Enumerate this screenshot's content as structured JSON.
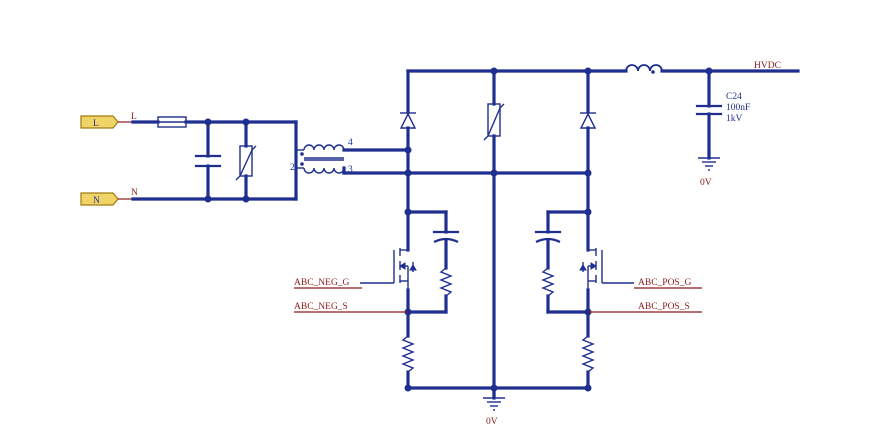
{
  "ports": {
    "line_label": "L",
    "neutral_label": "N"
  },
  "nets": {
    "line": "L",
    "neutral": "N",
    "hvdc": "HVDC",
    "abc_neg_g": "ABC_NEG_G",
    "abc_neg_s": "ABC_NEG_S",
    "abc_pos_g": "ABC_POS_G",
    "abc_pos_s": "ABC_POS_S"
  },
  "transformer_pins": {
    "pin4": "4",
    "pin2": "2",
    "pin3": "3"
  },
  "capacitor_c24": {
    "ref": "C24",
    "value": "100nF",
    "voltage": "1kV"
  },
  "grounds": {
    "output_ground": "0V",
    "bridge_ground": "0V"
  },
  "colors": {
    "wire": "#1f2f8f",
    "net_label": "#8b1a1a",
    "port_fill": "#f0d468"
  }
}
